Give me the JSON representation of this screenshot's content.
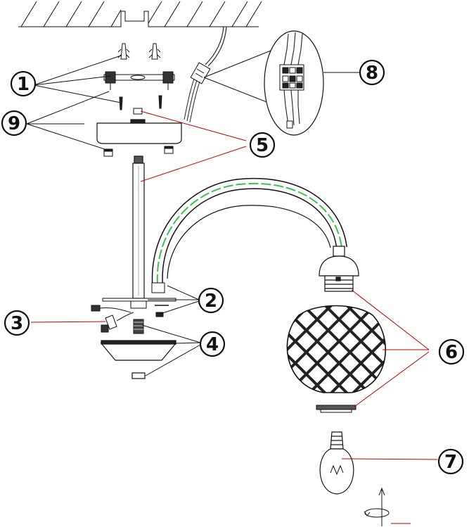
{
  "callouts": [
    {
      "id": "1",
      "label": "1"
    },
    {
      "id": "2",
      "label": "2"
    },
    {
      "id": "3",
      "label": "3"
    },
    {
      "id": "4",
      "label": "4"
    },
    {
      "id": "5",
      "label": "5"
    },
    {
      "id": "6",
      "label": "6"
    },
    {
      "id": "7",
      "label": "7"
    },
    {
      "id": "8",
      "label": "8"
    },
    {
      "id": "9",
      "label": "9"
    }
  ],
  "colors": {
    "leader": "#c00000",
    "outline": "#111111",
    "wire_green": "#3fbf4f",
    "background": "#ffffff"
  },
  "icons": [
    "rotate-arrow-icon",
    "bulb-icon",
    "cable-clamp-icon",
    "screw-icon",
    "wall-plug-icon"
  ]
}
